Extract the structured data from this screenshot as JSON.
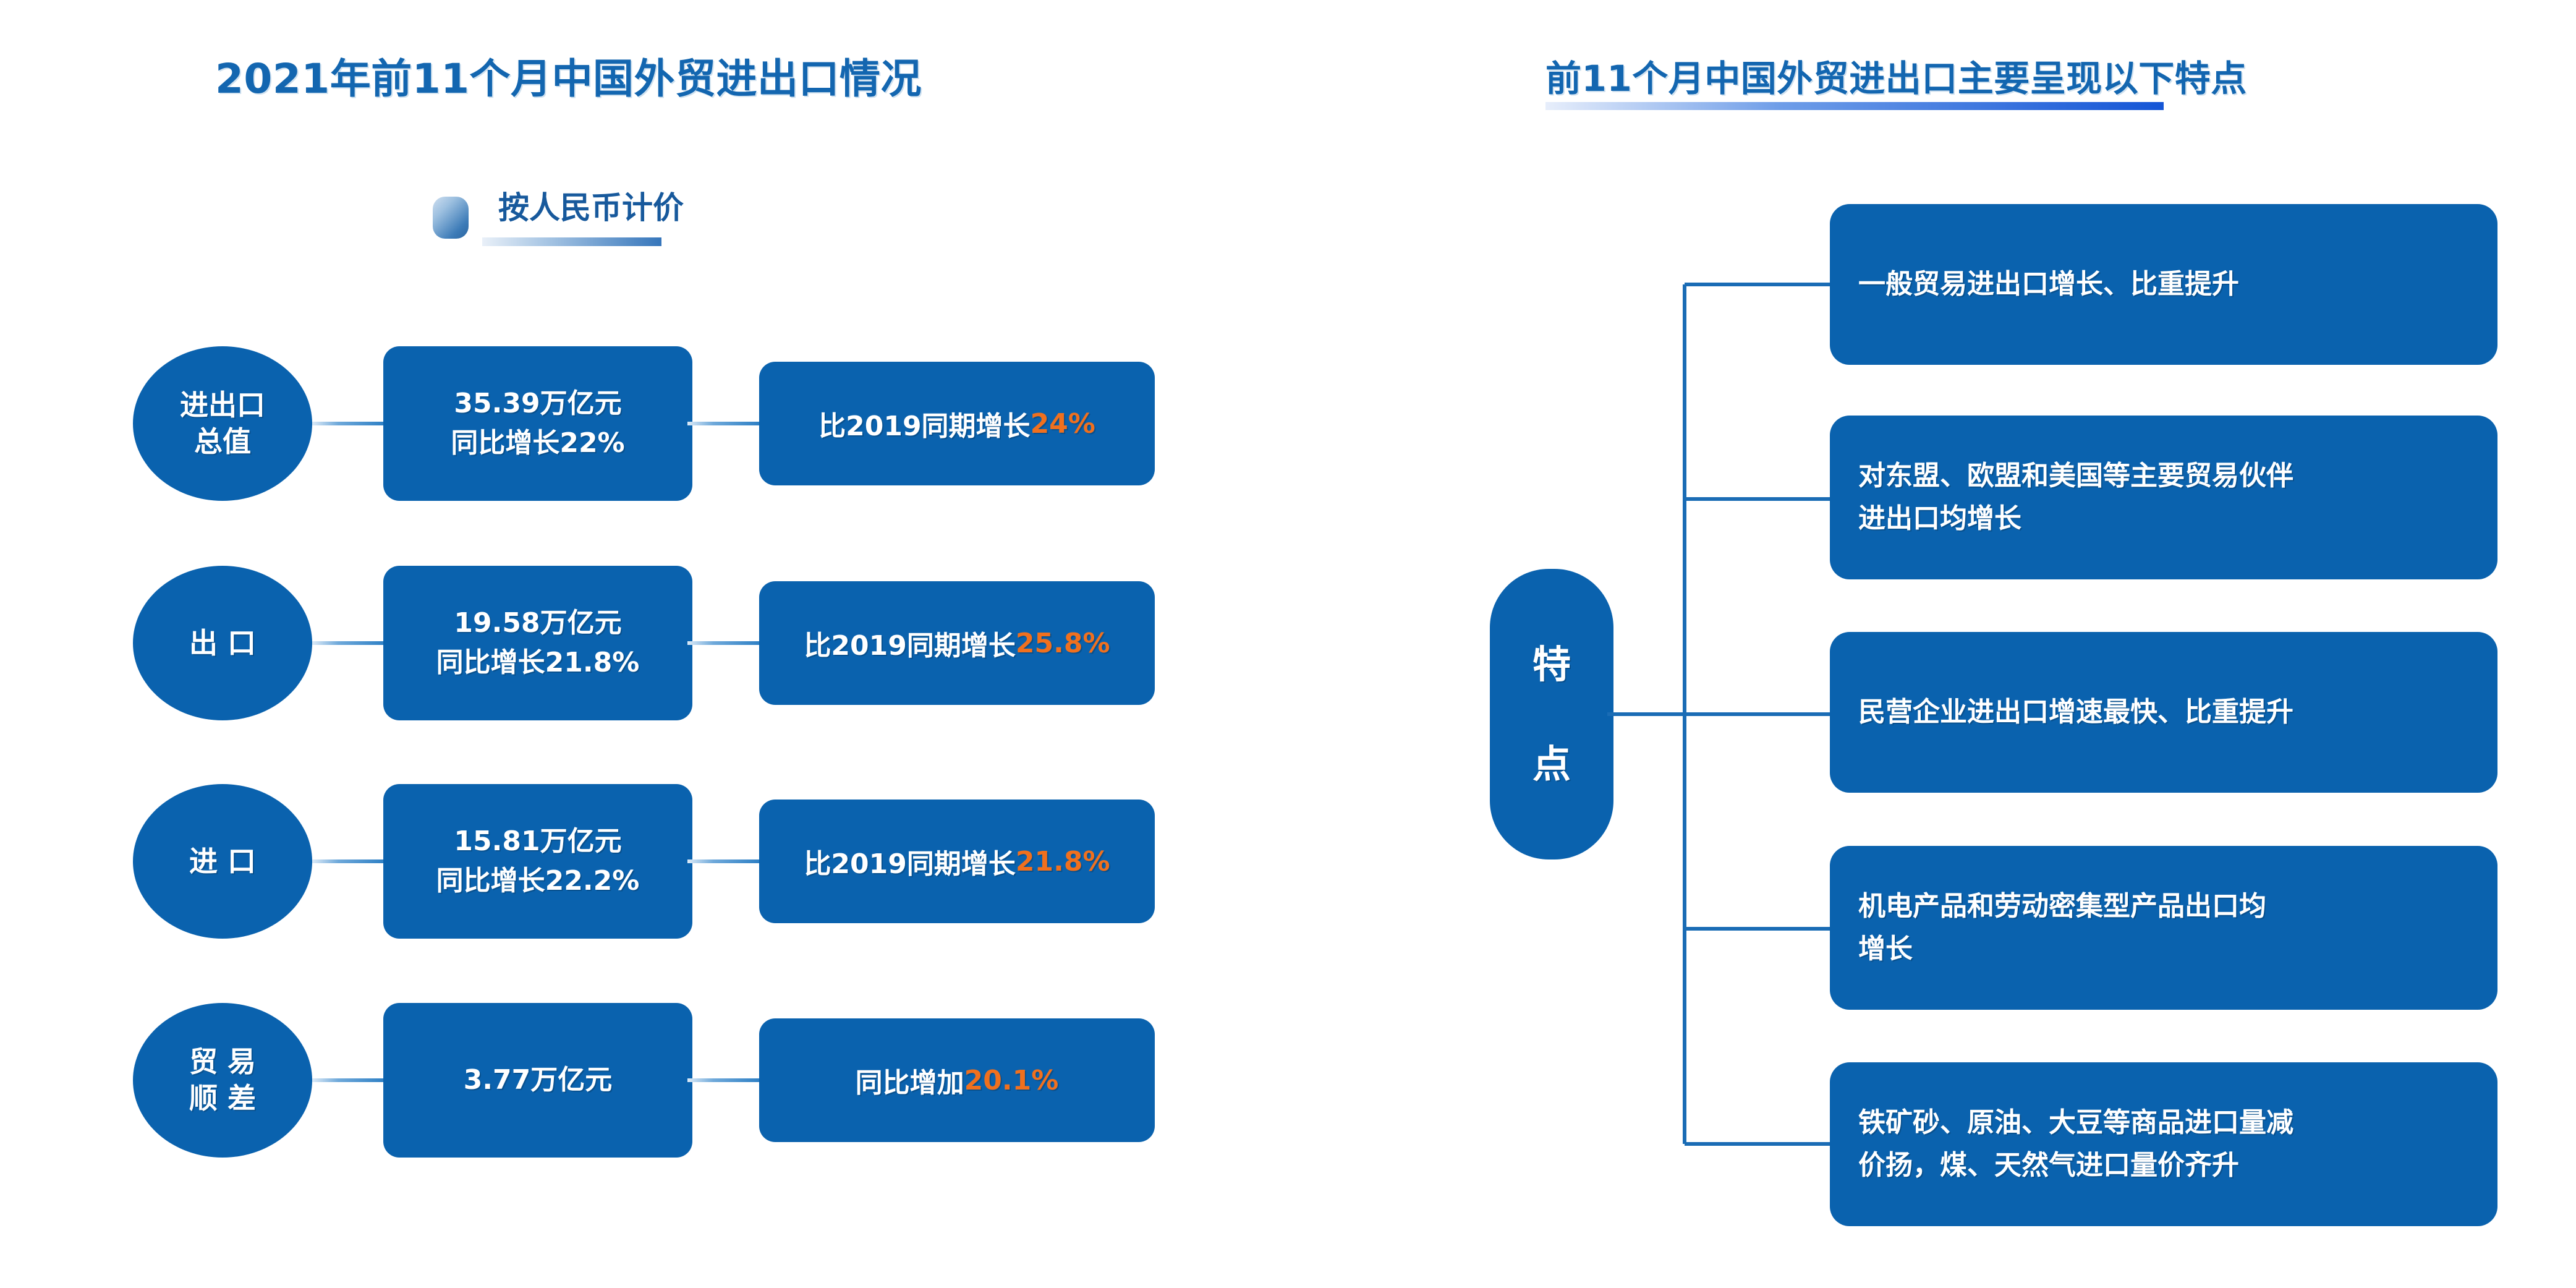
{
  "left_panel": {
    "title": "2021年前11个月中国外贸进出口情况",
    "subheader": {
      "label": "按人民币计价",
      "badge_icon": "rounded-square-badge-icon"
    },
    "rows": [
      {
        "category": "进出口\n总值",
        "value": "35.39万亿元\n同比增长22%",
        "compare_prefix": "比2019同期增长",
        "compare_highlight": "24%"
      },
      {
        "category": "出 口",
        "value": "19.58万亿元\n同比增长21.8%",
        "compare_prefix": "比2019同期增长",
        "compare_highlight": "25.8%"
      },
      {
        "category": "进 口",
        "value": "15.81万亿元\n同比增长22.2%",
        "compare_prefix": "比2019同期增长",
        "compare_highlight": "21.8%"
      },
      {
        "category": "贸 易\n顺 差",
        "value": "3.77万亿元",
        "compare_prefix": "同比增加",
        "compare_highlight": "20.1%"
      }
    ]
  },
  "right_panel": {
    "title": "前11个月中国外贸进出口主要呈现以下特点",
    "hub_label": "特\n点",
    "features": [
      "一般贸易进出口增长、比重提升",
      "对东盟、欧盟和美国等主要贸易伙伴\n进出口均增长",
      "民营企业进出口增速最快、比重提升",
      "机电产品和劳动密集型产品出口均\n增长",
      "铁矿砂、原油、大豆等商品进口量减\n价扬，煤、天然气进口量价齐升"
    ]
  },
  "colors": {
    "brand_blue": "#0a62ae",
    "title_blue": "#1366b0",
    "highlight_orange": "#f0701e",
    "connector_blue": "#2b7ec4",
    "background": "#ffffff"
  }
}
